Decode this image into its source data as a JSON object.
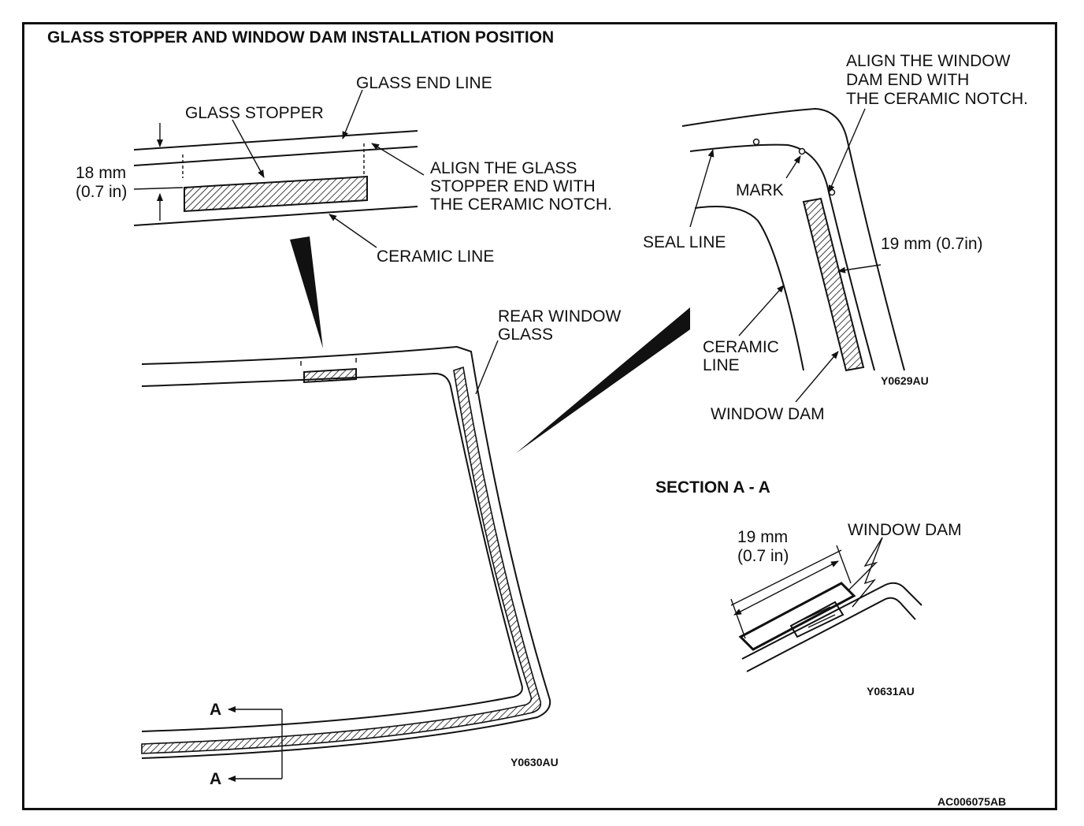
{
  "title": "GLASS STOPPER AND WINDOW DAM INSTALLATION POSITION",
  "detail_stopper": {
    "glass_end_line": "GLASS END LINE",
    "glass_stopper": "GLASS STOPPER",
    "dim_mm": "18 mm",
    "dim_in": "(0.7 in)",
    "align_note": [
      "ALIGN THE GLASS",
      "STOPPER END WITH",
      "THE CERAMIC NOTCH."
    ],
    "ceramic_line": "CERAMIC LINE"
  },
  "main_view": {
    "rear_window_glass": [
      "REAR WINDOW",
      "GLASS"
    ],
    "section_mark_top": "A",
    "section_mark_bottom": "A",
    "figure_code": "Y0630AU"
  },
  "detail_dam": {
    "align_note": [
      "ALIGN THE WINDOW",
      "DAM END WITH",
      "THE CERAMIC NOTCH."
    ],
    "mark": "MARK",
    "seal_line": "SEAL LINE",
    "dim": "19 mm (0.7in)",
    "ceramic_line": [
      "CERAMIC",
      "LINE"
    ],
    "window_dam": "WINDOW DAM",
    "figure_code": "Y0629AU"
  },
  "section_aa": {
    "title": "SECTION A - A",
    "dim_mm": "19 mm",
    "dim_in": "(0.7 in)",
    "window_dam": "WINDOW DAM",
    "figure_code": "Y0631AU"
  },
  "doc_code": "AC006075AB"
}
